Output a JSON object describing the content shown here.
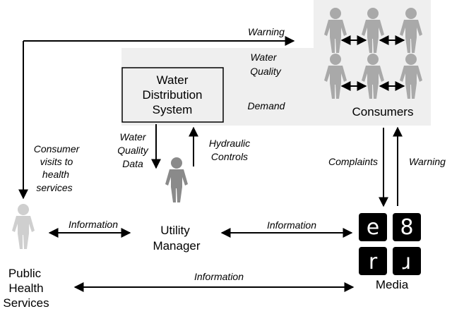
{
  "colors": {
    "person": "#a9a9a9",
    "background_panel": "#efefef",
    "line": "#000000",
    "media_tile": "#000000"
  },
  "nodes": {
    "water_system": {
      "line1": "Water",
      "line2": "Distribution",
      "line3": "System"
    },
    "consumers": {
      "label": "Consumers"
    },
    "utility_manager": {
      "line1": "Utility",
      "line2": "Manager"
    },
    "public_health": {
      "line1": "Public",
      "line2": "Health",
      "line3": "Services"
    },
    "media": {
      "label": "Media"
    }
  },
  "flows": {
    "warning_top": "Warning",
    "water_quality_line1": "Water",
    "water_quality_line2": "Quality",
    "demand": "Demand",
    "wqd_line1": "Water",
    "wqd_line2": "Quality",
    "wqd_line3": "Data",
    "hydraulic_line1": "Hydraulic",
    "hydraulic_line2": "Controls",
    "consumer_visits_line1": "Consumer",
    "consumer_visits_line2": "visits to",
    "consumer_visits_line3": "health",
    "consumer_visits_line4": "services",
    "complaints": "Complaints",
    "warning_right": "Warning",
    "info_left": "Information",
    "info_mid": "Information",
    "info_bottom": "Information"
  },
  "icons": {
    "person": "person-icon",
    "media_tiles": [
      "e",
      "8",
      "r",
      "ɹ"
    ]
  }
}
